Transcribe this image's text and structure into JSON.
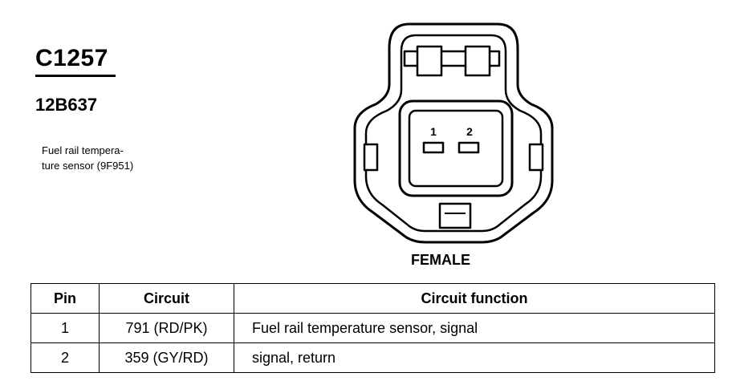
{
  "connector": {
    "id": "C1257",
    "part_number": "12B637",
    "description_lines": [
      "Fuel rail tempera-",
      "ture sensor (9F951)"
    ],
    "gender": "FEMALE",
    "pin_labels": [
      "1",
      "2"
    ]
  },
  "table": {
    "headers": [
      "Pin",
      "Circuit",
      "Circuit function"
    ],
    "rows": [
      {
        "pin": "1",
        "circuit": "791 (RD/PK)",
        "function": "Fuel rail temperature sensor, signal"
      },
      {
        "pin": "2",
        "circuit": "359 (GY/RD)",
        "function": "signal, return"
      }
    ]
  }
}
